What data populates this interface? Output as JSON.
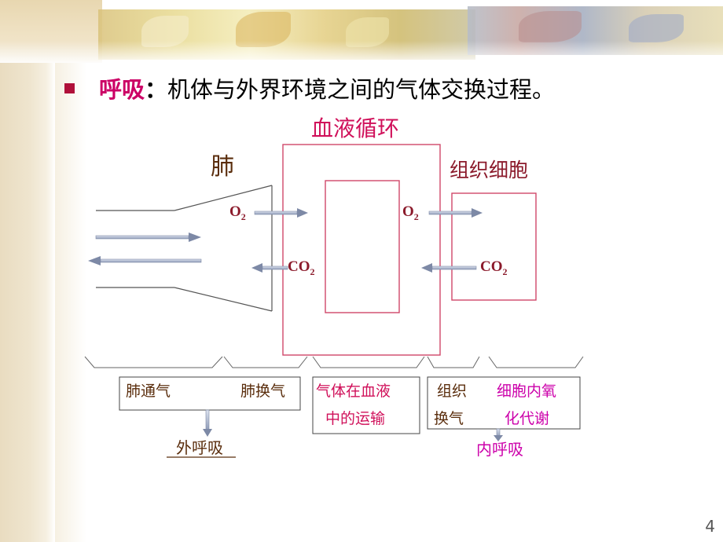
{
  "bullet": {
    "term": "呼吸",
    "colon": "：",
    "definition": "机体与外界环境之间的气体交换过程。"
  },
  "diagram": {
    "blood_title": "血液循环",
    "lung_label": "肺",
    "tissue_label": "组织细胞",
    "o2": {
      "o": "O",
      "sub": "2"
    },
    "co2": {
      "c": "CO",
      "sub": "2"
    },
    "stages": {
      "lung_ventilation": "肺通气",
      "lung_exchange": "肺换气",
      "transport_line1": "气体在血液",
      "transport_line2": "中的运输",
      "tissue_line1": "组织",
      "tissue_line2": "换气",
      "metab_line1": "细胞内氧",
      "metab_line2": "化代谢"
    },
    "external": "外呼吸",
    "internal": "内呼吸"
  },
  "colors": {
    "red_line": "#d0486a",
    "magenta": "#cc00aa",
    "dark_red": "#8b1a2b",
    "brown": "#5a2d0c",
    "arrow": "#9aa7c2"
  },
  "page_number": "4"
}
